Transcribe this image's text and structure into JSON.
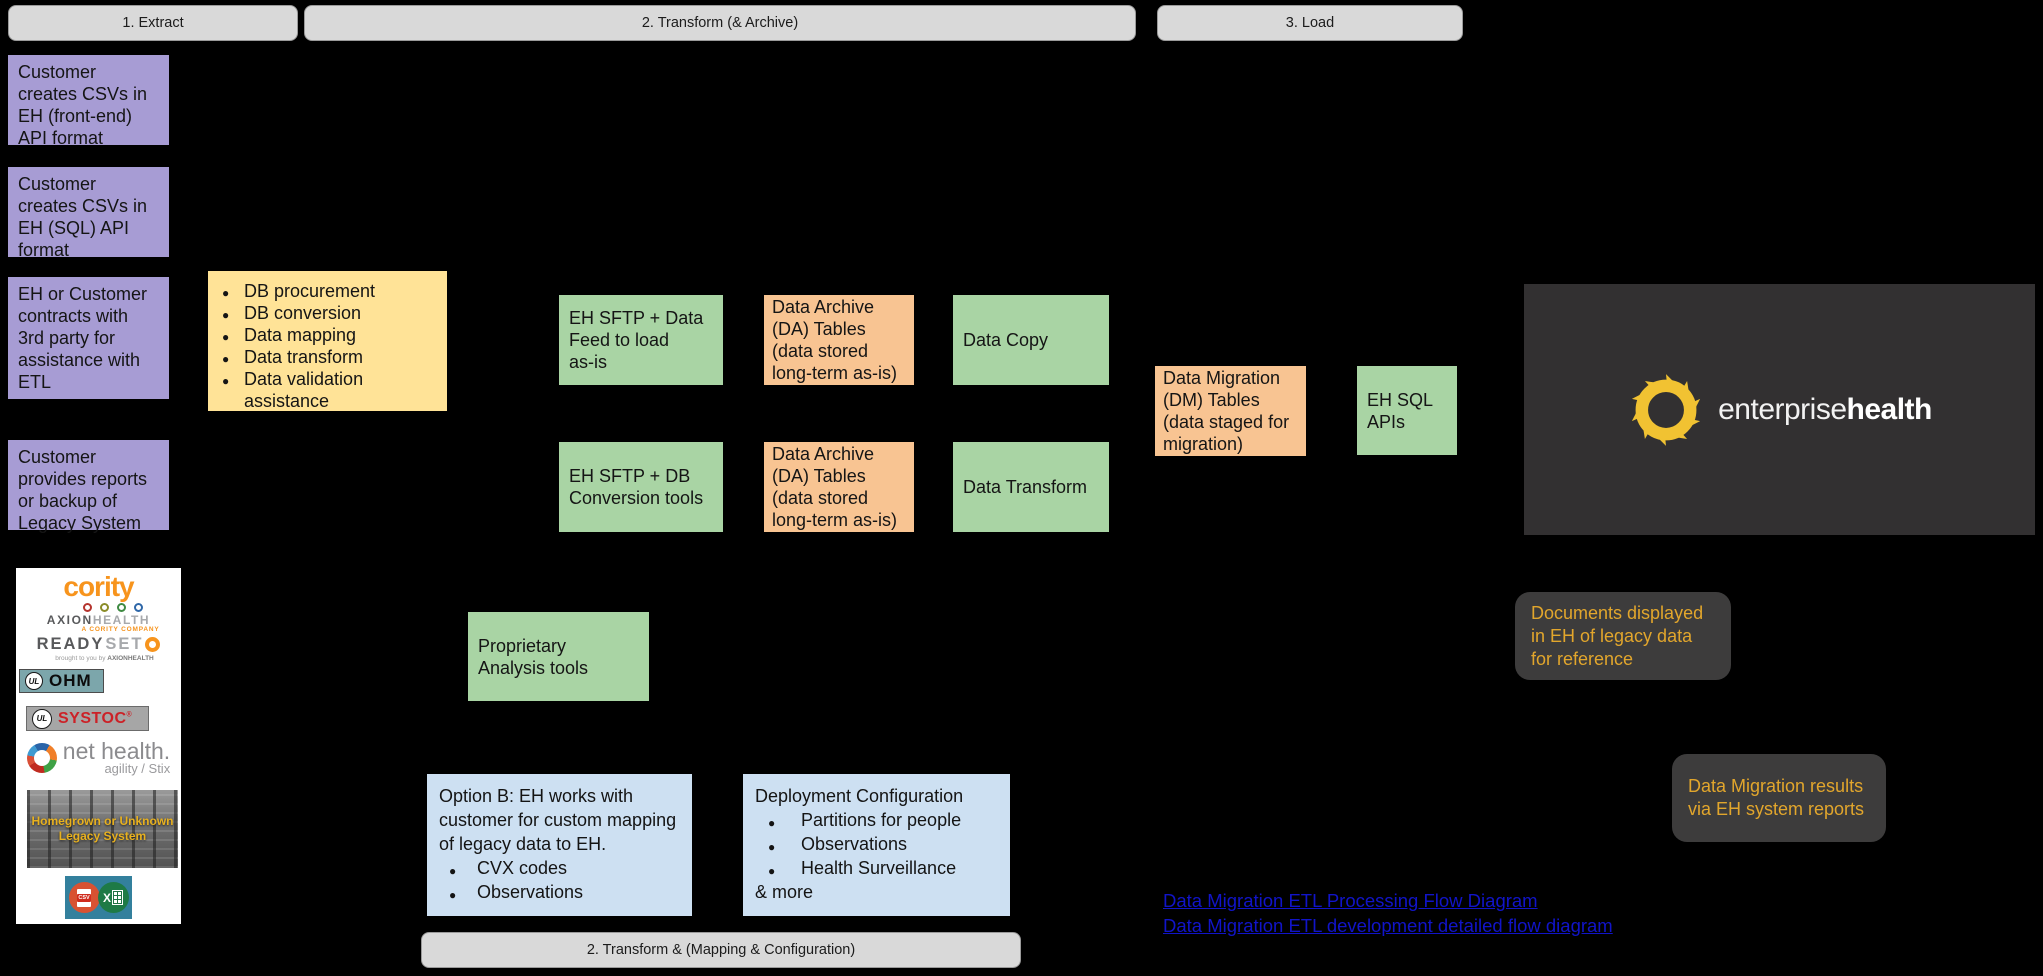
{
  "stage_headers": {
    "extract": "1. Extract",
    "transform_archive": "2. Transform (& Archive)",
    "load": "3. Load",
    "transform_mapping": "2. Transform & (Mapping & Configuration)"
  },
  "extract_options": [
    "Customer\ncreates CSVs in\nEH (front-end)\nAPI format",
    "Customer\ncreates CSVs in\nEH (SQL) API\nformat",
    "EH or Customer\ncontracts with\n3rd party for\nassistance with\nETL",
    "Customer\nprovides reports\nor backup of\nLegacy System"
  ],
  "third_party_services": [
    "DB procurement",
    "DB conversion",
    "Data mapping",
    "Data transform",
    "Data validation assistance"
  ],
  "transform": {
    "sftp_feed": "EH SFTP + Data\nFeed to load\nas-is",
    "sftp_db": "EH SFTP + DB\nConversion tools",
    "da_tables": "Data Archive\n(DA) Tables\n(data stored\nlong-term as-is)",
    "data_copy": "Data Copy",
    "data_transform": "Data Transform",
    "proprietary": "Proprietary\nAnalysis tools"
  },
  "load": {
    "dm_tables": "Data Migration\n(DM) Tables\n(data staged for\nmigration)",
    "eh_sql_apis": "EH SQL\nAPIs"
  },
  "mapping": {
    "option_b_intro": "Option B: EH works with\ncustomer for custom mapping\nof legacy data to EH.",
    "option_b_items": [
      "CVX codes",
      "Observations"
    ],
    "deployment_title": "Deployment Configuration",
    "deployment_items": [
      "Partitions for people",
      "Observations",
      "Health Surveillance"
    ],
    "deployment_more": "& more"
  },
  "notes": {
    "documents": "Documents displayed\nin EH of legacy data\nfor reference",
    "results": "Data Migration results\nvia EH system reports"
  },
  "links": [
    "Data Migration ETL Processing Flow Diagram",
    "Data Migration ETL development detailed flow diagram"
  ],
  "eh_brand": {
    "enterprise": "enterprise",
    "health": "health"
  },
  "legacy_logos": {
    "cority": "cority",
    "axion_left": "AXION",
    "axion_right": "HEALTH",
    "axion_tagline": "A CORITY COMPANY",
    "readyset_ready": "READY",
    "readyset_set": "SET",
    "readyset_tagline": "brought to you by ",
    "readyset_tagline_b": "AXIONHEALTH",
    "ul": "UL",
    "ohm": "OHM",
    "systoc": "SYSTOC",
    "systoc_reg": "®",
    "nethealth": "net health.",
    "nethealth_tagline": "agility / Stix",
    "homegrown": "Homegrown or Unknown\nLegacy System",
    "csv": "CSV",
    "excel_x": "X"
  },
  "colors": {
    "purple": "#a79cd4",
    "yellow": "#ffe397",
    "green": "#a9d4a4",
    "orange": "#f8c492",
    "blue": "#cde0f2",
    "header_gray": "#d9d9d9",
    "note_bg": "#3d3c3c",
    "note_text": "#e2a62c",
    "link_blue": "#1114c9",
    "eh_gold": "#f1c232",
    "background": "#000000"
  }
}
